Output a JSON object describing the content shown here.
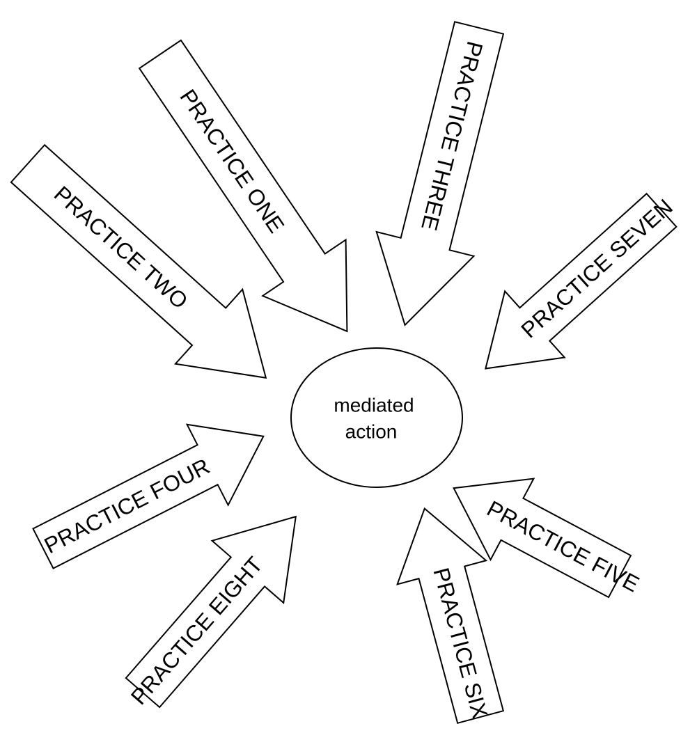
{
  "center": {
    "line1": "mediated",
    "line2": "action"
  },
  "practices": {
    "one": "PRACTICE ONE",
    "two": "PRACTICE TWO",
    "three": "PRACTICE THREE",
    "four": "PRACTICE FOUR",
    "five": "PRACTICE FIVE",
    "six": "PRACTICE SIX",
    "seven": "PRACTICE SEVEN",
    "eight": "PRACTICE EIGHT"
  }
}
